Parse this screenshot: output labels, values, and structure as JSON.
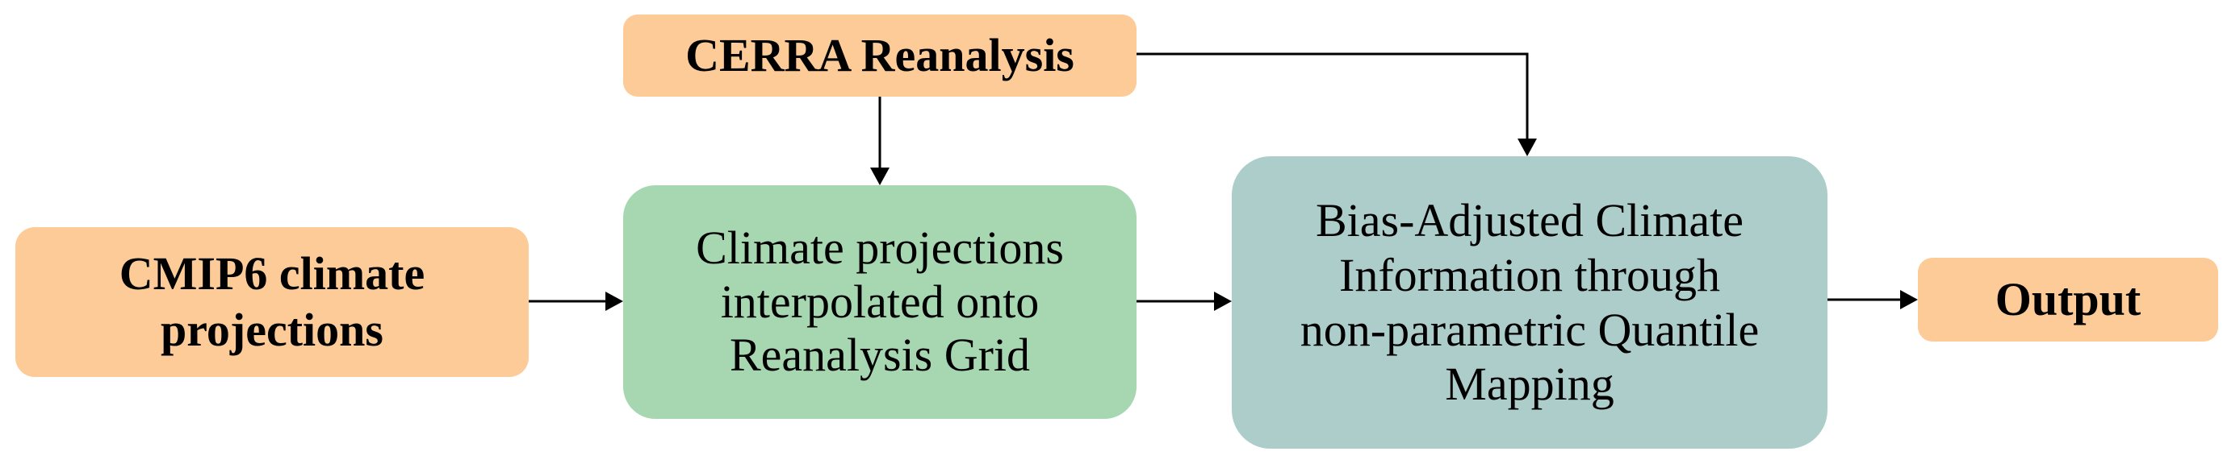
{
  "colors": {
    "input_fill": "#FDCB97",
    "process_fill": "#A6D7B1",
    "bias_fill": "#ADCDCB",
    "arrow": "#000000"
  },
  "nodes": {
    "cerra": {
      "label": "CERRA Reanalysis"
    },
    "cmip6": {
      "line1": "CMIP6 climate",
      "line2": "projections"
    },
    "interp": {
      "line1": "Climate projections",
      "line2": "interpolated onto",
      "line3": "Reanalysis Grid"
    },
    "bias": {
      "line1": "Bias-Adjusted Climate",
      "line2": "Information through",
      "line3": "non-parametric Quantile",
      "line4": "Mapping"
    },
    "output": {
      "label": "Output"
    }
  },
  "edges": [
    {
      "from": "cerra",
      "to": "interp"
    },
    {
      "from": "cerra",
      "to": "bias"
    },
    {
      "from": "cmip6",
      "to": "interp"
    },
    {
      "from": "interp",
      "to": "bias"
    },
    {
      "from": "bias",
      "to": "output"
    }
  ]
}
